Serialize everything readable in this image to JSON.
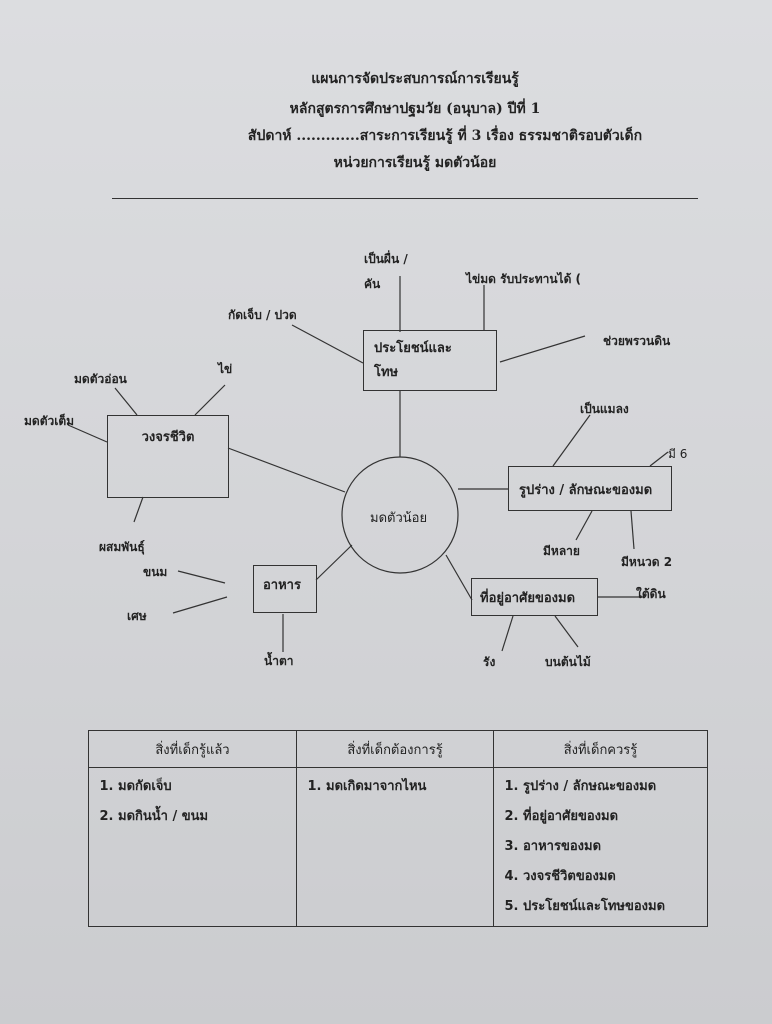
{
  "header": {
    "line1": "แผนการจัดประสบการณ์การเรียนรู้",
    "line2": "หลักสูตรการศึกษาปฐมวัย (อนุบาล) ปีที่ 1",
    "line3": "สัปดาห์ .............สาระการเรียนรู้ ที่  3  เรื่อง   ธรรมชาติรอบตัวเด็ก",
    "line4": "หน่วยการเรียนรู้    มดตัวน้อย"
  },
  "mindmap": {
    "center": "มดตัวน้อย",
    "benefit": {
      "title_line1": "ประโยชน์และ",
      "title_line2": "โทษ",
      "leaves": [
        "เป็นผื่น /",
        "คัน",
        "ไข่มด รับประทานได้ (",
        "กัดเจ็บ / ปวด",
        "ช่วยพรวนดิน"
      ]
    },
    "lifecycle": {
      "title": "วงจรชีวิต",
      "leaves": [
        "มดตัวอ่อน",
        "ไข่",
        "มดตัวเต็ม",
        "ผสมพันธุ์"
      ]
    },
    "shape": {
      "title": "รูปร่าง / ลักษณะของมด",
      "leaves": [
        "เป็นแมลง",
        "มี 6",
        "มีหลาย",
        "มีหนวด 2"
      ]
    },
    "food": {
      "title": "อาหาร",
      "leaves": [
        "ขนม",
        "เศษ",
        "น้ำตา"
      ]
    },
    "habitat": {
      "title": "ที่อยู่อาศัยของมด",
      "leaves": [
        "ใต้ดิน",
        "รัง",
        "บนต้นไม้"
      ]
    }
  },
  "table": {
    "headers": [
      "สิ่งที่เด็กรู้แล้ว",
      "สิ่งที่เด็กต้องการรู้",
      "สิ่งที่เด็กควรรู้"
    ],
    "col1": [
      "มดกัดเจ็บ",
      "มดกินน้ำ / ขนม"
    ],
    "col2": [
      "มดเกิดมาจากไหน"
    ],
    "col3": [
      "รูปร่าง / ลักษณะของมด",
      "ที่อยู่อาศัยของมด",
      "อาหารของมด",
      "วงจรชีวิตของมด",
      "ประโยชน์และโทษของมด"
    ]
  }
}
